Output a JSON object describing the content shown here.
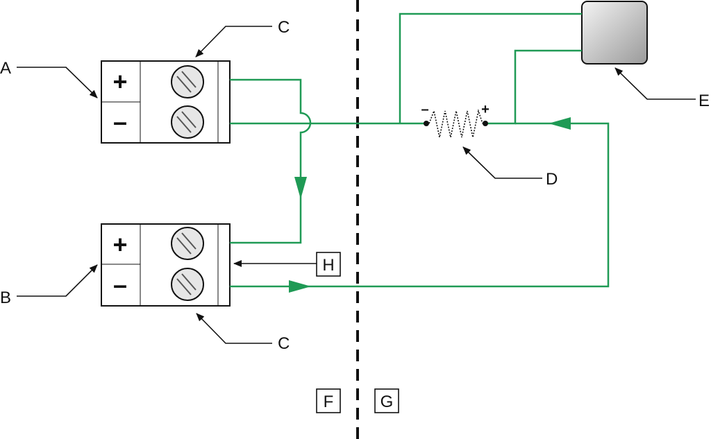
{
  "colors": {
    "wire": "#1f9a55",
    "outline": "#111111",
    "screw_fill": "#e6e6e6",
    "device_gradient_light": "#f4f4f4",
    "device_gradient_dark": "#9a9a9a",
    "background": "#ffffff"
  },
  "icons": {
    "screw": "screw-terminal-icon",
    "sensor": "thermistor-zigzag-icon",
    "arrow": "green-flow-arrow-icon"
  },
  "terminal_top": {
    "plus": "+",
    "minus": "–"
  },
  "terminal_bottom": {
    "plus": "+",
    "minus": "–"
  },
  "sensor": {
    "minus": "–",
    "plus": "+"
  },
  "labels": {
    "a": "A",
    "b": "B",
    "c_top": "C",
    "c_bottom": "C",
    "d": "D",
    "e": "E",
    "f": "F",
    "g": "G",
    "h": "H"
  }
}
